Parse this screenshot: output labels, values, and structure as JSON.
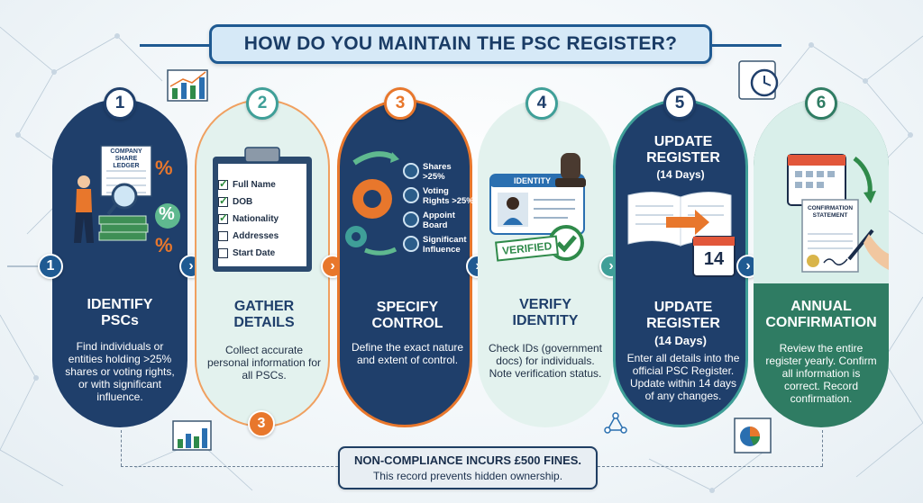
{
  "title": "HOW DO YOU MAINTAIN THE PSC REGISTER?",
  "colors": {
    "navy": "#1f3f6b",
    "teal": "#3f9f98",
    "mint": "#d9efea",
    "orange": "#e8772c",
    "green": "#2f8a4a"
  },
  "steps": [
    {
      "number": "1",
      "side_number": "1",
      "heading": "IDENTIFY PSCs",
      "description": "Find individuals or entities holding >25% shares or voting rights, or with significant influence.",
      "illustration": {
        "ledger_label": "COMPANY SHARE LEDGER",
        "percent_signs": [
          "%",
          "%",
          "%"
        ]
      },
      "icon": "magnifier-person-icon"
    },
    {
      "number": "2",
      "side_number": "3",
      "heading": "GATHER DETAILS",
      "description": "Collect accurate personal information for all PSCs.",
      "checklist": [
        {
          "label": "Full Name",
          "checked": true
        },
        {
          "label": "DOB",
          "checked": true
        },
        {
          "label": "Nationality",
          "checked": true
        },
        {
          "label": "Addresses",
          "checked": false
        },
        {
          "label": "Start Date",
          "checked": false
        }
      ],
      "icon": "clipboard-checklist-icon"
    },
    {
      "number": "3",
      "heading": "SPECIFY CONTROL",
      "description": "Define the exact nature and extent of control.",
      "controls": [
        "Shares >25%",
        "Voting Rights >25%",
        "Appoint Board",
        "Significant Influence"
      ],
      "icon": "gears-icon"
    },
    {
      "number": "4",
      "heading": "VERIFY IDENTITY",
      "description": "Check IDs (government docs) for individuals. Note verification status.",
      "id_card_label": "IDENTITY",
      "stamp_label": "VERIFIED",
      "icon": "id-card-stamp-icon"
    },
    {
      "number": "5",
      "top_heading": "UPDATE REGISTER",
      "top_sub": "(14 Days)",
      "heading": "UPDATE REGISTER",
      "sub": "(14 Days)",
      "description": "Enter all details into the official PSC Register. Update within 14 days of any changes.",
      "calendar_day": "14",
      "icon": "open-book-calendar-icon"
    },
    {
      "number": "6",
      "heading": "ANNUAL CONFIRMATION",
      "description": "Review the entire register yearly. Confirm all information is correct. Record confirmation.",
      "doc_label": "CONFIRMATION STATEMENT",
      "icon": "calendar-signature-icon"
    }
  ],
  "footer": {
    "line1": "NON-COMPLIANCE INCURS £500 FINES.",
    "line2": "This record prevents hidden ownership."
  }
}
